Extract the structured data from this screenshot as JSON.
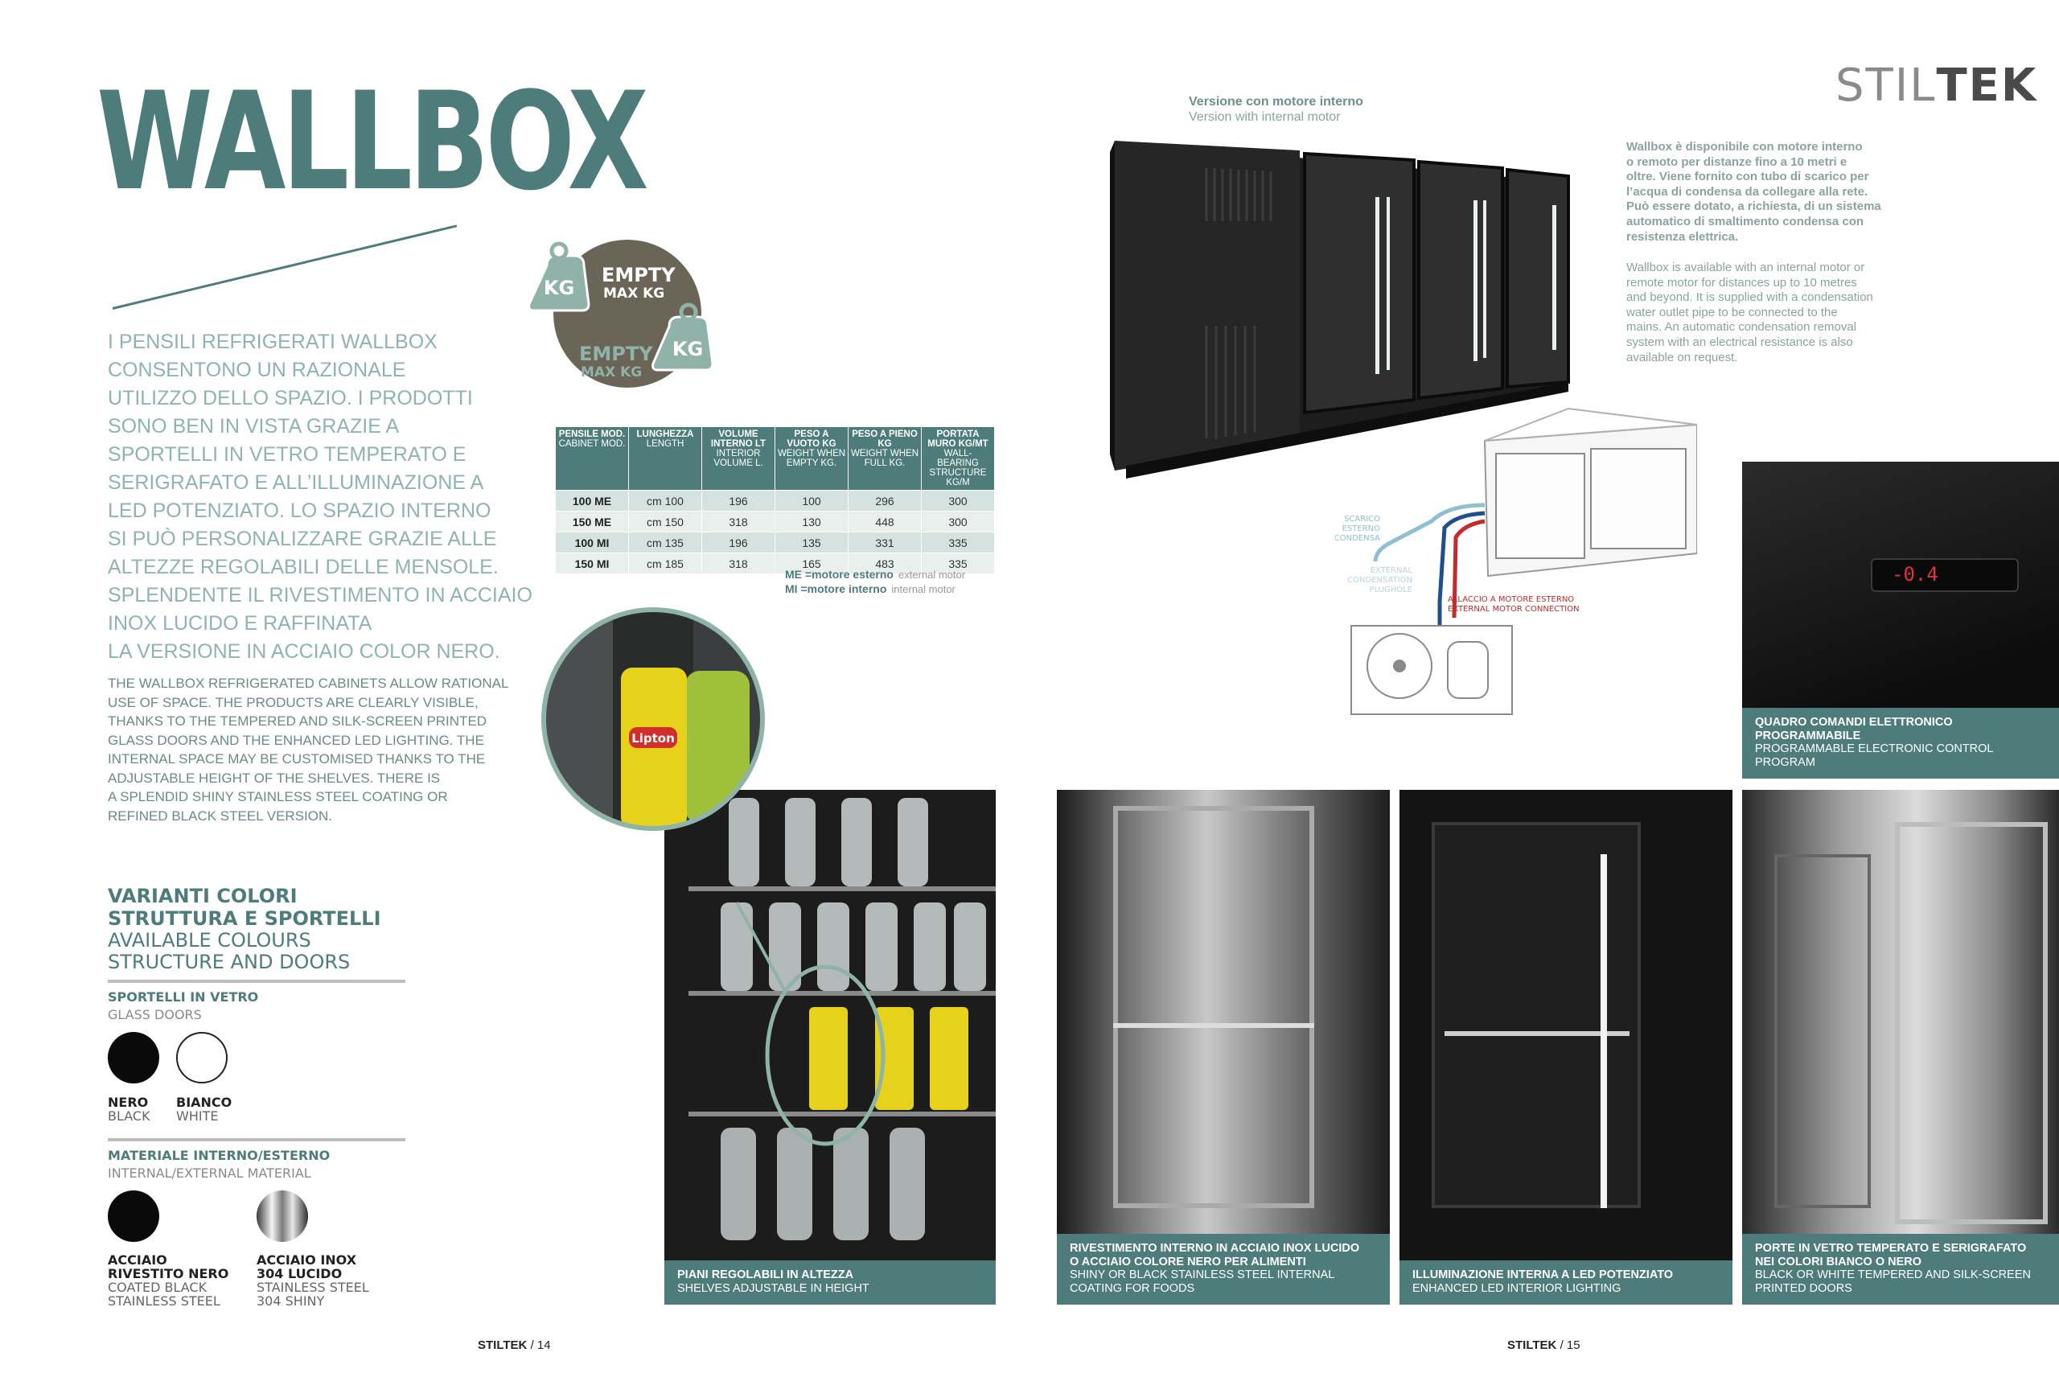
{
  "logo": {
    "part1": "STIL",
    "part2": "TEK"
  },
  "title": "WALLBOX",
  "intro_it": [
    "I PENSILI REFRIGERATI WALLBOX",
    "CONSENTONO UN RAZIONALE",
    "UTILIZZO DELLO SPAZIO. I PRODOTTI",
    "SONO BEN IN VISTA GRAZIE A",
    "SPORTELLI IN VETRO TEMPERATO E",
    "SERIGRAFATO E ALL’ILLUMINAZIONE A",
    "LED POTENZIATO. LO SPAZIO INTERNO",
    "SI PUÒ PERSONALIZZARE GRAZIE ALLE",
    "ALTEZZE REGOLABILI DELLE MENSOLE.",
    "SPLENDENTE IL RIVESTIMENTO IN ACCIAIO",
    "INOX LUCIDO E RAFFINATA",
    "LA VERSIONE IN ACCIAIO COLOR NERO."
  ],
  "intro_en": [
    "THE WALLBOX REFRIGERATED CABINETS ALLOW RATIONAL",
    "USE OF SPACE. THE PRODUCTS ARE CLEARLY VISIBLE,",
    "THANKS TO THE TEMPERED AND SILK-SCREEN PRINTED",
    "GLASS DOORS AND THE ENHANCED LED LIGHTING. THE",
    "INTERNAL SPACE MAY BE CUSTOMISED THANKS TO THE",
    "ADJUSTABLE HEIGHT OF THE SHELVES. THERE IS",
    "A SPLENDID SHINY STAINLESS STEEL COATING OR",
    "REFINED BLACK STEEL VERSION."
  ],
  "variants": {
    "title_it_1": "VARIANTI COLORI",
    "title_it_2": "STRUTTURA E SPORTELLI",
    "title_en_1": "AVAILABLE COLOURS",
    "title_en_2": "STRUCTURE AND DOORS",
    "doors_h": "SPORTELLI IN VETRO",
    "doors_s": "GLASS DOORS",
    "door_colors": [
      {
        "it": "NERO",
        "en": "BLACK",
        "color": "#0a0a0a"
      },
      {
        "it": "BIANCO",
        "en": "WHITE",
        "color": "#ffffff"
      }
    ],
    "material_h": "MATERIALE  INTERNO/ESTERNO",
    "material_s": "INTERNAL/EXTERNAL MATERIAL",
    "materials": [
      {
        "it1": "ACCIAIO",
        "it2": "RIVESTITO NERO",
        "en1": "COATED BLACK",
        "en2": "STAINLESS STEEL",
        "color": "#0a0a0a"
      },
      {
        "it1": "ACCIAIO INOX",
        "it2": "304 LUCIDO",
        "en1": "STAINLESS STEEL",
        "en2": "304 SHINY",
        "color": "steel"
      }
    ]
  },
  "badge": {
    "empty1": "EMPTY",
    "max1": "MAX KG",
    "kg": "KG",
    "empty2": "EMPTY",
    "max2": "MAX KG"
  },
  "table": {
    "headers": [
      {
        "it": "PENSILE MOD.",
        "en": "CABINET MOD."
      },
      {
        "it": "LUNGHEZZA",
        "en": "LENGTH"
      },
      {
        "it": "VOLUME INTERNO LT",
        "en": "INTERIOR VOLUME L."
      },
      {
        "it": "PESO A VUOTO KG",
        "en": "WEIGHT WHEN EMPTY KG."
      },
      {
        "it": "PESO A PIENO KG",
        "en": "WEIGHT WHEN FULL KG."
      },
      {
        "it": "PORTATA MURO KG/MT",
        "en": "WALL-BEARING STRUCTURE KG/M"
      }
    ],
    "rows": [
      [
        "100 ME",
        "cm 100",
        "196",
        "100",
        "296",
        "300"
      ],
      [
        "150 ME",
        "cm 150",
        "318",
        "130",
        "448",
        "300"
      ],
      [
        "100 MI",
        "cm 135",
        "196",
        "135",
        "331",
        "335"
      ],
      [
        "150 MI",
        "cm 185",
        "318",
        "165",
        "483",
        "335"
      ]
    ],
    "legend1_it": "ME =motore esterno",
    "legend1_en": "external motor",
    "legend2_it": "MI  =motore interno",
    "legend2_en": "internal motor"
  },
  "version": {
    "it": "Versione con motore interno",
    "en": "Version with internal motor"
  },
  "desc_it": [
    "Wallbox è disponibile con motore interno",
    "o remoto per distanze fino a 10 metri e",
    "oltre. Viene fornito con tubo di scarico per",
    "l’acqua di condensa da collegare alla rete.",
    "Può essere dotato, a richiesta, di un sistema",
    "automatico di smaltimento condensa con",
    "resistenza elettrica."
  ],
  "desc_en": [
    "Wallbox is available with an internal motor or",
    "remote motor for distances up to 10 metres",
    "and beyond. It is supplied with a condensation",
    "water outlet pipe to be connected to the",
    "mains. An automatic condensation removal",
    "system with an electrical resistance is also",
    "available on request."
  ],
  "diagram": {
    "drain1": "SCARICO",
    "drain2": "ESTERNO",
    "drain3": "CONDENSA",
    "plug1": "EXTERNAL",
    "plug2": "CONDENSATION",
    "plug3": "PLUGHOLE",
    "conn1": "ALLACCIO A MOTORE ESTERNO",
    "conn2": "EXTERNAL MOTOR CONNECTION"
  },
  "display_value": "-0.4",
  "captions": {
    "control": {
      "it": "QUADRO COMANDI ELETTRONICO PROGRAMMABILE",
      "en": "PROGRAMMABLE ELECTRONIC CONTROL PROGRAM"
    },
    "shelves": {
      "it": "PIANI REGOLABILI IN ALTEZZA",
      "en": "SHELVES ADJUSTABLE IN HEIGHT"
    },
    "steel": {
      "it1": "RIVESTIMENTO INTERNO IN ACCIAIO INOX LUCIDO",
      "it2": "O ACCIAIO COLORE NERO PER ALIMENTI",
      "en1": "SHINY OR BLACK STAINLESS STEEL INTERNAL",
      "en2": "COATING FOR FOODS"
    },
    "led": {
      "it": "ILLUMINAZIONE INTERNA A LED POTENZIATO",
      "en": "ENHANCED LED INTERIOR LIGHTING"
    },
    "doors": {
      "it1": "PORTE IN VETRO TEMPERATO E SERIGRAFATO",
      "it2": "NEI COLORI  BIANCO O NERO",
      "en1": "BLACK OR WHITE TEMPERED AND SILK-SCREEN",
      "en2": "PRINTED DOORS"
    }
  },
  "can_label": "Lipton",
  "footer": {
    "brand": "STILTEK",
    "left_page": "/ 14",
    "right_page": "/ 15"
  }
}
